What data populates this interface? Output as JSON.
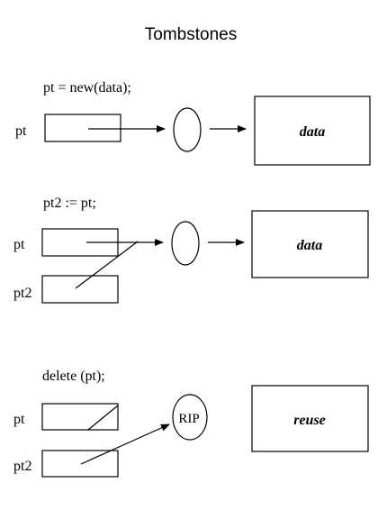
{
  "title": "Tombstones",
  "panels": [
    {
      "code": "pt = new(data);",
      "pointers": [
        "pt"
      ],
      "tombstone_label": "",
      "object_label": "data"
    },
    {
      "code": "pt2 := pt;",
      "pointers": [
        "pt",
        "pt2"
      ],
      "tombstone_label": "",
      "object_label": "data"
    },
    {
      "code": "delete (pt);",
      "pointers": [
        "pt",
        "pt2"
      ],
      "tombstone_label": "RIP",
      "object_label": "reuse"
    }
  ]
}
